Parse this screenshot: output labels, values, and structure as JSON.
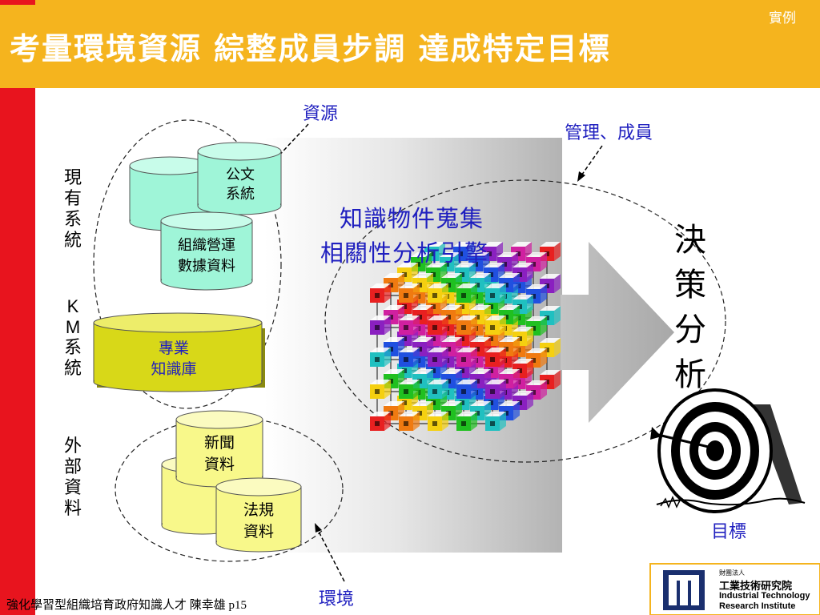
{
  "header": {
    "title": "考量環境資源 綜整成員步調 達成特定目標",
    "tag": "實例"
  },
  "labels": {
    "resources": "資源",
    "management_members": "管理、成員",
    "environment": "環境",
    "target": "目標"
  },
  "left_column": {
    "existing_system": [
      "現",
      "有",
      "系",
      "統"
    ],
    "km_system": [
      "K",
      "M",
      "系",
      "統"
    ],
    "external_data": [
      "外",
      "部",
      "資",
      "料"
    ]
  },
  "cylinders": {
    "official_docs": [
      "公文",
      "系統"
    ],
    "org_ops": [
      "組織營運",
      "數據資料"
    ],
    "expert_kb": [
      "專業",
      "知識庫"
    ],
    "news": [
      "新聞",
      "資料"
    ],
    "regulations": [
      "法規",
      "資料"
    ]
  },
  "engine": {
    "line1": "知識物件蒐集",
    "line2": "相關性分析引擎"
  },
  "decision": [
    "決",
    "策",
    "分",
    "析"
  ],
  "footer": {
    "citation": "強化學習型組織培育政府知識人才 陳幸雄 p15"
  },
  "logo": {
    "small": "財團法人",
    "name_zh": "工業技術研究院",
    "name_en1": "Industrial Technology",
    "name_en2": "Research Institute"
  },
  "colors": {
    "header_bg": "#F5B41E",
    "left_bar": "#E8141E",
    "title_text": "#FFFFFF",
    "label_blue": "#1F1FBF",
    "cyl_cyan": "#9FF5D8",
    "cyl_olive": "#D8D818",
    "cyl_yellow": "#F8F88A"
  }
}
